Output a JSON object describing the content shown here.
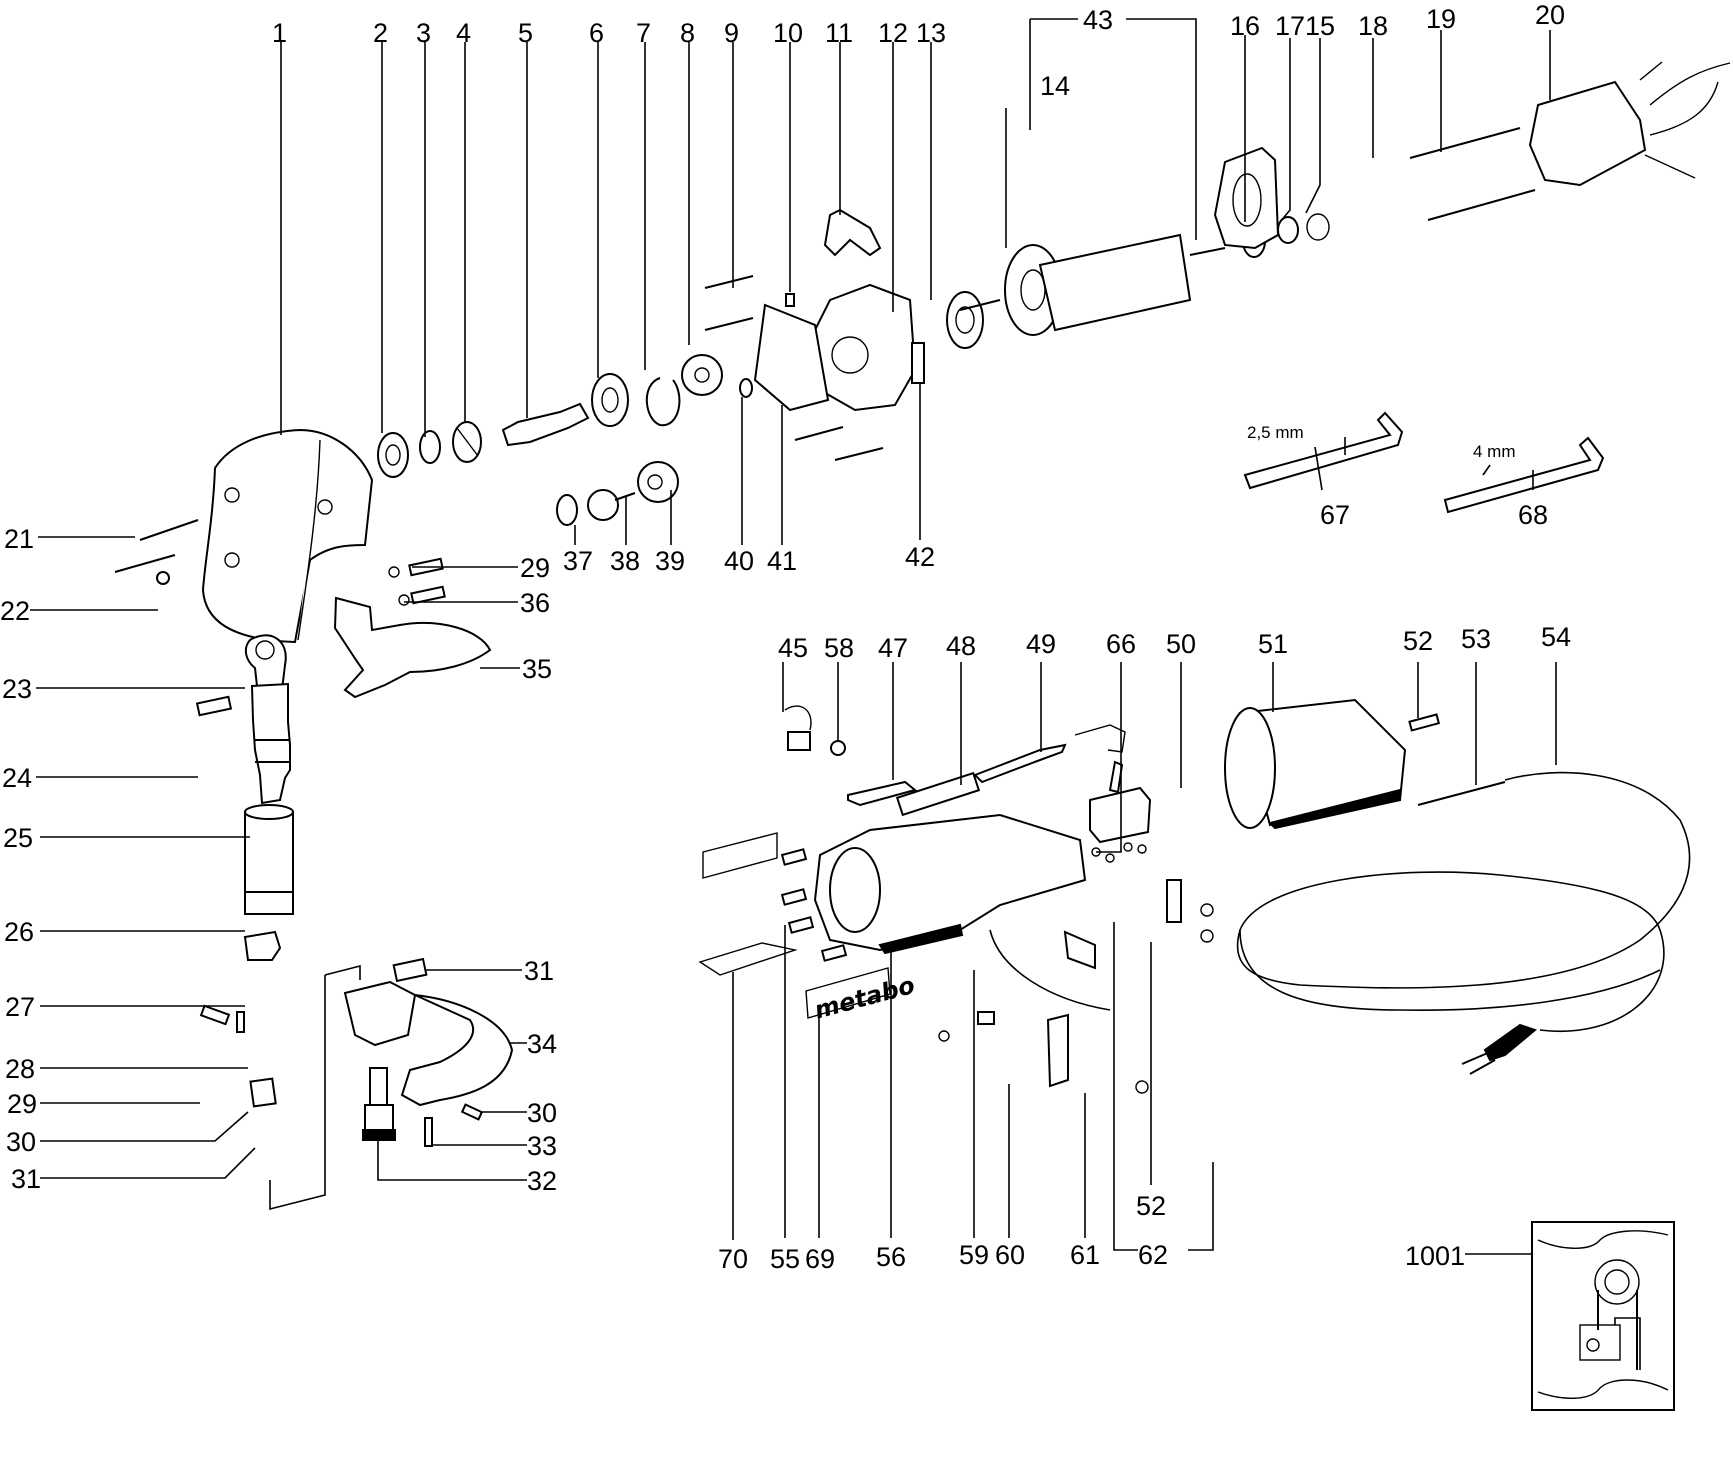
{
  "diagram": {
    "title": "Exploded parts diagram",
    "notes": {
      "hex_key_small": "2,5 mm",
      "hex_key_large": "4 mm",
      "brand_plate": "metabo"
    },
    "callouts": [
      {
        "id": "c1",
        "label": "1",
        "part": "gear-housing"
      },
      {
        "id": "c2",
        "label": "2",
        "part": "ball-bearing"
      },
      {
        "id": "c3",
        "label": "3",
        "part": "ring"
      },
      {
        "id": "c4",
        "label": "4",
        "part": "needle-bearing"
      },
      {
        "id": "c5",
        "label": "5",
        "part": "eccentric-shaft"
      },
      {
        "id": "c6",
        "label": "6",
        "part": "ball-bearing"
      },
      {
        "id": "c7",
        "label": "7",
        "part": "circlip"
      },
      {
        "id": "c8",
        "label": "8",
        "part": "gear"
      },
      {
        "id": "c9",
        "label": "9",
        "part": "screw"
      },
      {
        "id": "c10",
        "label": "10",
        "part": "pin"
      },
      {
        "id": "c11",
        "label": "11",
        "part": "clip"
      },
      {
        "id": "c12",
        "label": "12",
        "part": "bearing-flange"
      },
      {
        "id": "c13",
        "label": "13",
        "part": "ball-bearing"
      },
      {
        "id": "c43",
        "label": "43",
        "part": "armature-assembly"
      },
      {
        "id": "c14",
        "label": "14",
        "part": "fan"
      },
      {
        "id": "c16",
        "label": "16",
        "part": "ball-bearing"
      },
      {
        "id": "c17",
        "label": "17",
        "part": "ring"
      },
      {
        "id": "c15",
        "label": "15",
        "part": "washer"
      },
      {
        "id": "c18",
        "label": "18",
        "part": "air-guide"
      },
      {
        "id": "c19",
        "label": "19",
        "part": "long-screw"
      },
      {
        "id": "c20",
        "label": "20",
        "part": "field-coil"
      },
      {
        "id": "c21",
        "label": "21",
        "part": "screw"
      },
      {
        "id": "c22",
        "label": "22",
        "part": "plug-screw"
      },
      {
        "id": "c23",
        "label": "23",
        "part": "connecting-rod"
      },
      {
        "id": "c24",
        "label": "24",
        "part": "pin"
      },
      {
        "id": "c25",
        "label": "25",
        "part": "ram"
      },
      {
        "id": "c26",
        "label": "26",
        "part": "guide-sleeve"
      },
      {
        "id": "c27",
        "label": "27",
        "part": "o-ring"
      },
      {
        "id": "c28",
        "label": "28",
        "part": "punch"
      },
      {
        "id": "c29a",
        "label": "29",
        "part": "screw"
      },
      {
        "id": "c36",
        "label": "36",
        "part": "screw"
      },
      {
        "id": "c35",
        "label": "35",
        "part": "chip-deflector"
      },
      {
        "id": "c37",
        "label": "37",
        "part": "ball-bearing"
      },
      {
        "id": "c38",
        "label": "38",
        "part": "pinion-shaft"
      },
      {
        "id": "c39",
        "label": "39",
        "part": "gear"
      },
      {
        "id": "c40",
        "label": "40",
        "part": "washer"
      },
      {
        "id": "c41",
        "label": "41",
        "part": "gasket"
      },
      {
        "id": "c42",
        "label": "42",
        "part": "rubber-pad"
      },
      {
        "id": "c29b",
        "label": "29",
        "part": "screw"
      },
      {
        "id": "c30a",
        "label": "30",
        "part": "set-screw"
      },
      {
        "id": "c31a",
        "label": "31",
        "part": "square-nut"
      },
      {
        "id": "c31b",
        "label": "31",
        "part": "square-nut"
      },
      {
        "id": "c34",
        "label": "34",
        "part": "die-holder"
      },
      {
        "id": "c30b",
        "label": "30",
        "part": "set-screw"
      },
      {
        "id": "c33",
        "label": "33",
        "part": "screw"
      },
      {
        "id": "c32",
        "label": "32",
        "part": "die"
      },
      {
        "id": "c67",
        "label": "67",
        "part": "hex-key-2.5mm"
      },
      {
        "id": "c68",
        "label": "68",
        "part": "hex-key-4mm"
      },
      {
        "id": "c45",
        "label": "45",
        "part": "carbon-brush"
      },
      {
        "id": "c58",
        "label": "58",
        "part": "screw"
      },
      {
        "id": "c47",
        "label": "47",
        "part": "slide"
      },
      {
        "id": "c48",
        "label": "48",
        "part": "spring"
      },
      {
        "id": "c49",
        "label": "49",
        "part": "switch-rod"
      },
      {
        "id": "c66",
        "label": "66",
        "part": "screws"
      },
      {
        "id": "c50",
        "label": "50",
        "part": "switch"
      },
      {
        "id": "c51",
        "label": "51",
        "part": "handle-cover"
      },
      {
        "id": "c52a",
        "label": "52",
        "part": "screw"
      },
      {
        "id": "c53",
        "label": "53",
        "part": "cable-sleeve"
      },
      {
        "id": "c54",
        "label": "54",
        "part": "power-cord"
      },
      {
        "id": "c70",
        "label": "70",
        "part": "type-plate"
      },
      {
        "id": "c55",
        "label": "55",
        "part": "pins"
      },
      {
        "id": "c69",
        "label": "69",
        "part": "brand-plate"
      },
      {
        "id": "c56",
        "label": "56",
        "part": "motor-housing"
      },
      {
        "id": "c59",
        "label": "59",
        "part": "wire"
      },
      {
        "id": "c60",
        "label": "60",
        "part": "insulating-plate"
      },
      {
        "id": "c61",
        "label": "61",
        "part": "screw"
      },
      {
        "id": "c62",
        "label": "62",
        "part": "cable-clamp"
      },
      {
        "id": "c52b",
        "label": "52",
        "part": "screw"
      },
      {
        "id": "c1001",
        "label": "1001",
        "part": "wiring-diagram"
      }
    ]
  }
}
